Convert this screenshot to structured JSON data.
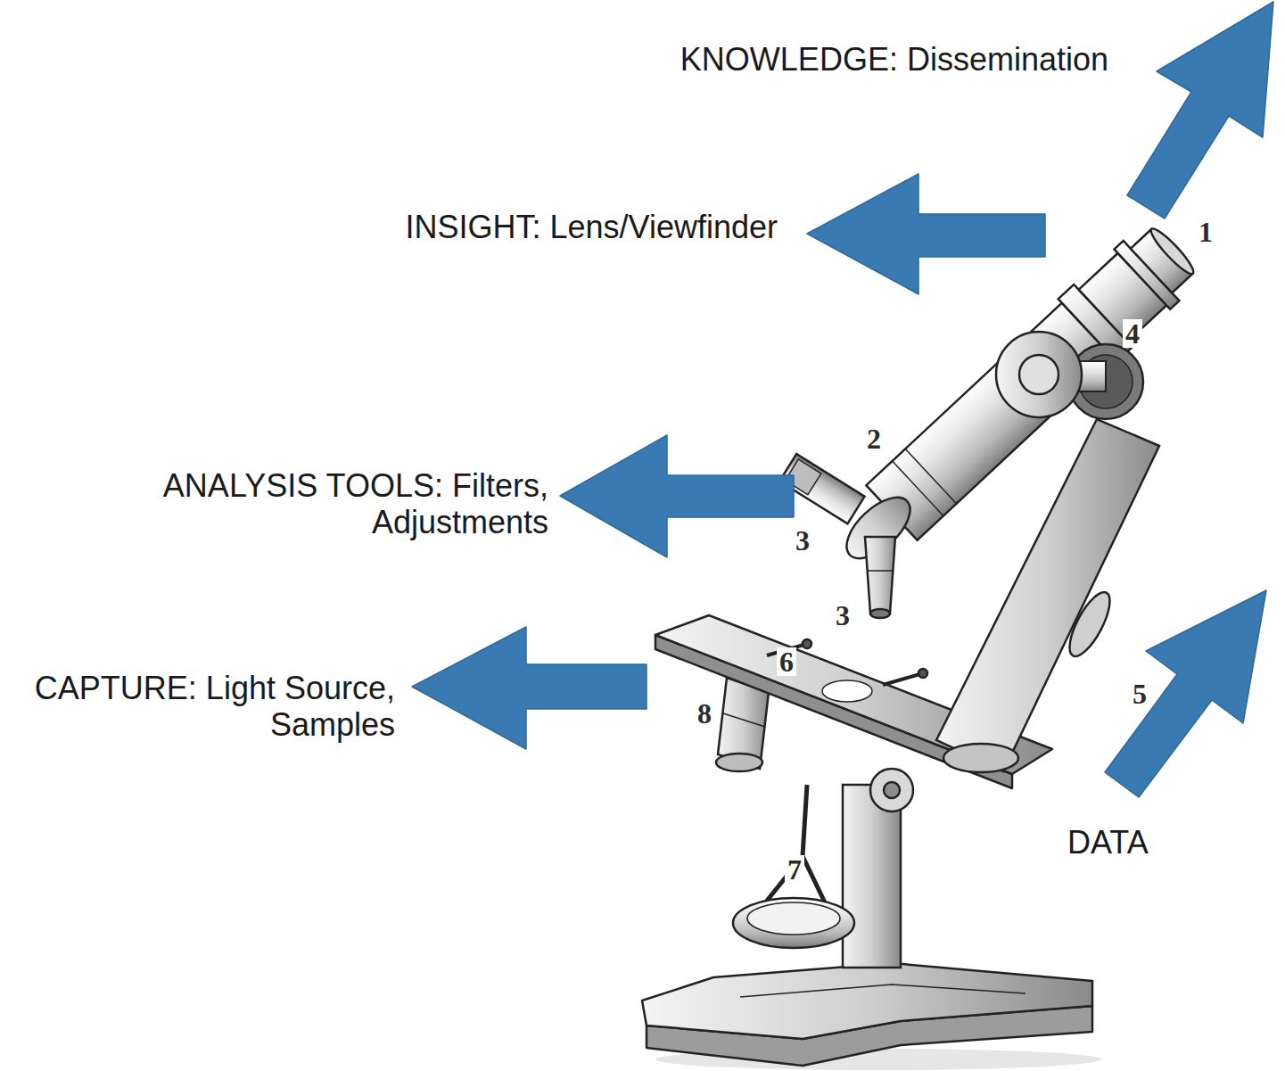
{
  "diagram": {
    "labels": [
      "KNOWLEDGE: Dissemination",
      "INSIGHT: Lens/Viewfinder",
      "ANALYSIS TOOLS: Filters, Adjustments",
      "CAPTURE: Light Source, Samples",
      "DATA",
      "1",
      "2",
      "3",
      "3",
      "4",
      "5",
      "6",
      "7",
      "8"
    ]
  }
}
